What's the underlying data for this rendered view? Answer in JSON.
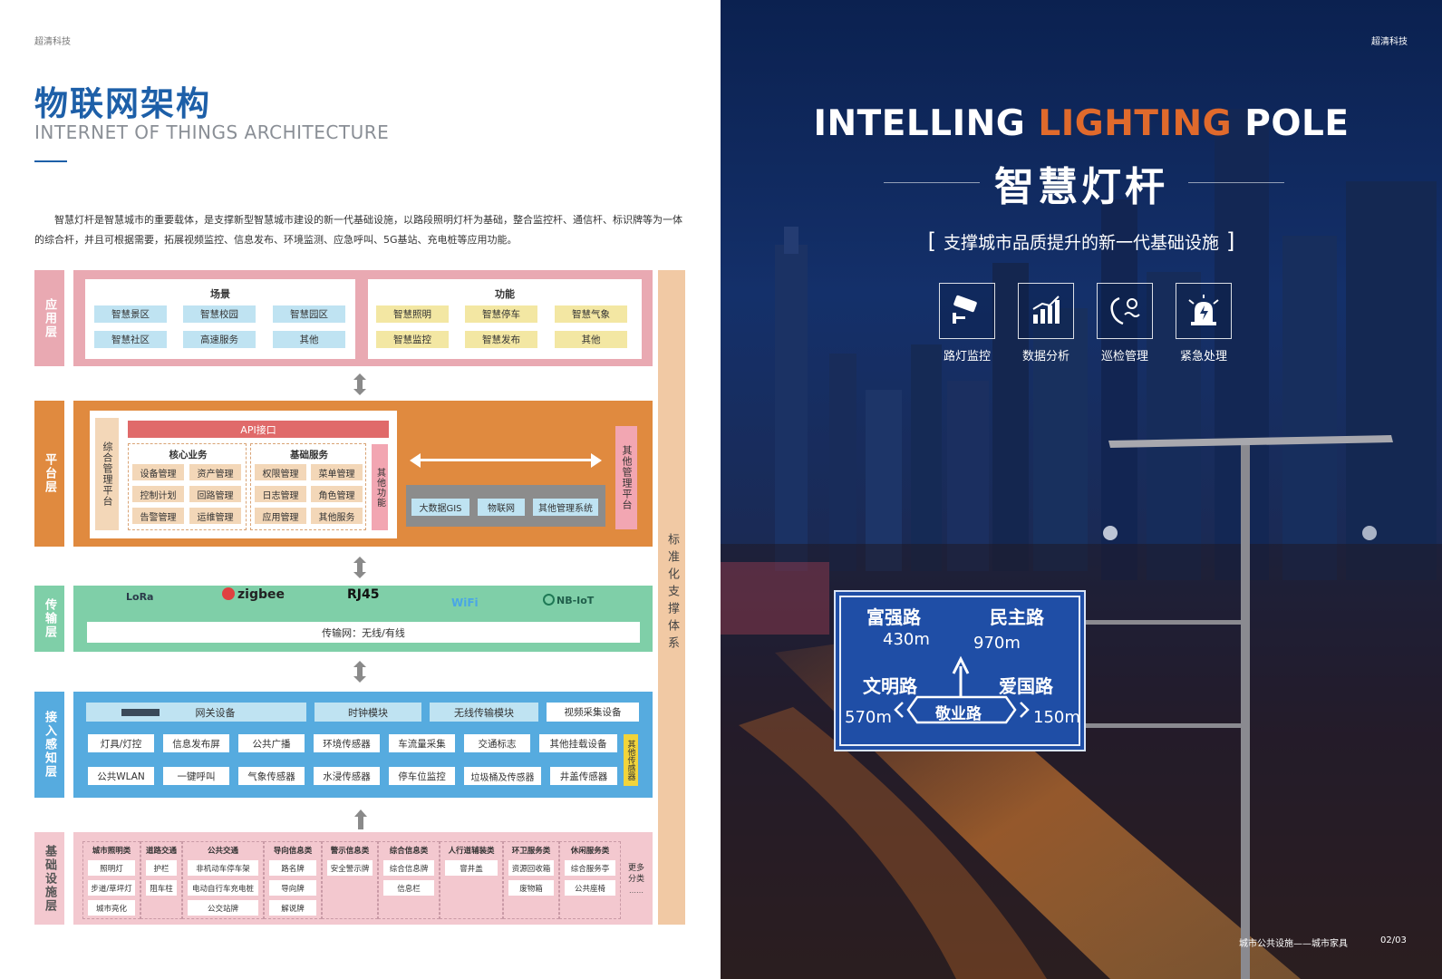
{
  "left": {
    "brand": "超清科技",
    "title_cn": "物联网架构",
    "title_en": "INTERNET OF THINGS ARCHITECTURE",
    "intro": "智慧灯杆是智慧城市的重要载体，是支撑新型智慧城市建设的新一代基础设施，以路段照明灯杆为基础，整合监控杆、通信杆、标识牌等为一体的综合杆，并且可根据需要，拓展视频监控、信息发布、环境监测、应急呼叫、5G基站、充电桩等应用功能。",
    "colors": {
      "app": "#e9a9b2",
      "platform": "#e08a3f",
      "transport": "#7fcfa8",
      "access": "#56abdf",
      "infra": "#f3c8cf",
      "standard": "#f1c9a4"
    },
    "standard_label": "标准化支撑体系",
    "app_layer": {
      "label": "应用层",
      "scene": {
        "heading": "场景",
        "items": [
          "智慧景区",
          "智慧校园",
          "智慧园区",
          "智慧社区",
          "高速服务",
          "其他"
        ]
      },
      "function": {
        "heading": "功能",
        "items": [
          "智慧照明",
          "智慧停车",
          "智慧气象",
          "智慧监控",
          "智慧发布",
          "其他"
        ]
      }
    },
    "platform_layer": {
      "label": "平台层",
      "integrated": "综合管理平台",
      "api": "API接口",
      "core": {
        "heading": "核心业务",
        "items": [
          "设备管理",
          "资产管理",
          "控制计划",
          "回路管理",
          "告警管理",
          "运维管理"
        ]
      },
      "basic": {
        "heading": "基础服务",
        "items": [
          "权限管理",
          "菜单管理",
          "日志管理",
          "角色管理",
          "应用管理",
          "其他服务"
        ]
      },
      "other_func": "其他功能",
      "systems": [
        "大数据GIS",
        "物联网",
        "其他管理系统"
      ],
      "other_platform": "其他管理平台"
    },
    "transport_layer": {
      "label": "传输层",
      "protocols": [
        "LoRa",
        "zigbee",
        "RJ45",
        "WiFi",
        "NB-IoT"
      ],
      "network": "传输网：无线/有线"
    },
    "access_layer": {
      "label": "接入感知层",
      "top": [
        "网关设备",
        "时钟模块",
        "无线传输模块",
        "视频采集设备"
      ],
      "row1": [
        "灯具/灯控",
        "信息发布屏",
        "公共广播",
        "环境传感器",
        "车流量采集",
        "交通标志",
        "其他挂载设备"
      ],
      "row2": [
        "公共WLAN",
        "一键呼叫",
        "气象传感器",
        "水浸传感器",
        "停车位监控",
        "垃圾桶及传感器",
        "井盖传感器"
      ],
      "other_sensor": "其他传感器"
    },
    "infra_layer": {
      "label": "基础设施层",
      "columns": [
        {
          "heading": "城市照明类",
          "items": [
            "照明灯",
            "步道/草坪灯",
            "城市亮化"
          ]
        },
        {
          "heading": "道路交通",
          "items": [
            "护栏",
            "阻车柱"
          ]
        },
        {
          "heading": "公共交通",
          "items": [
            "非机动车停车架",
            "电动自行车充电桩",
            "公交站牌"
          ]
        },
        {
          "heading": "导向信息类",
          "items": [
            "路名牌",
            "导向牌",
            "解说牌"
          ]
        },
        {
          "heading": "警示信息类",
          "items": [
            "安全警示牌"
          ]
        },
        {
          "heading": "综合信息类",
          "items": [
            "综合信息牌",
            "信息栏"
          ]
        },
        {
          "heading": "人行道辅装类",
          "items": [
            "窨井盖"
          ]
        },
        {
          "heading": "环卫服务类",
          "items": [
            "资源回收箱",
            "废物箱"
          ]
        },
        {
          "heading": "休闲服务类",
          "items": [
            "综合服务亭",
            "公共座椅"
          ]
        }
      ],
      "more": "更多分类",
      "more_dots": "……"
    }
  },
  "right": {
    "brand": "超清科技",
    "title_pre": "INTELLING ",
    "title_hl": "LIGHTING",
    "title_post": " POLE",
    "title_cn": "智慧灯杆",
    "tagline_open": "[",
    "tagline": "支撑城市品质提升的新一代基础设施",
    "tagline_close": "]",
    "accent_color": "#e06a2c",
    "features": [
      {
        "icon": "camera-icon",
        "label": "路灯监控"
      },
      {
        "icon": "bar-chart-icon",
        "label": "数据分析"
      },
      {
        "icon": "patrol-icon",
        "label": "巡检管理"
      },
      {
        "icon": "alarm-icon",
        "label": "紧急处理"
      }
    ],
    "sign": {
      "tl_name": "富强路",
      "tl_dist": "430m",
      "tr_name": "民主路",
      "tr_dist": "970m",
      "ml_name": "文明路",
      "mr_name": "爱国路",
      "center": "敬业路",
      "left_dist": "570m",
      "right_dist": "150m"
    },
    "footer_text": "城市公共设施——城市家具",
    "page": "02/03"
  }
}
